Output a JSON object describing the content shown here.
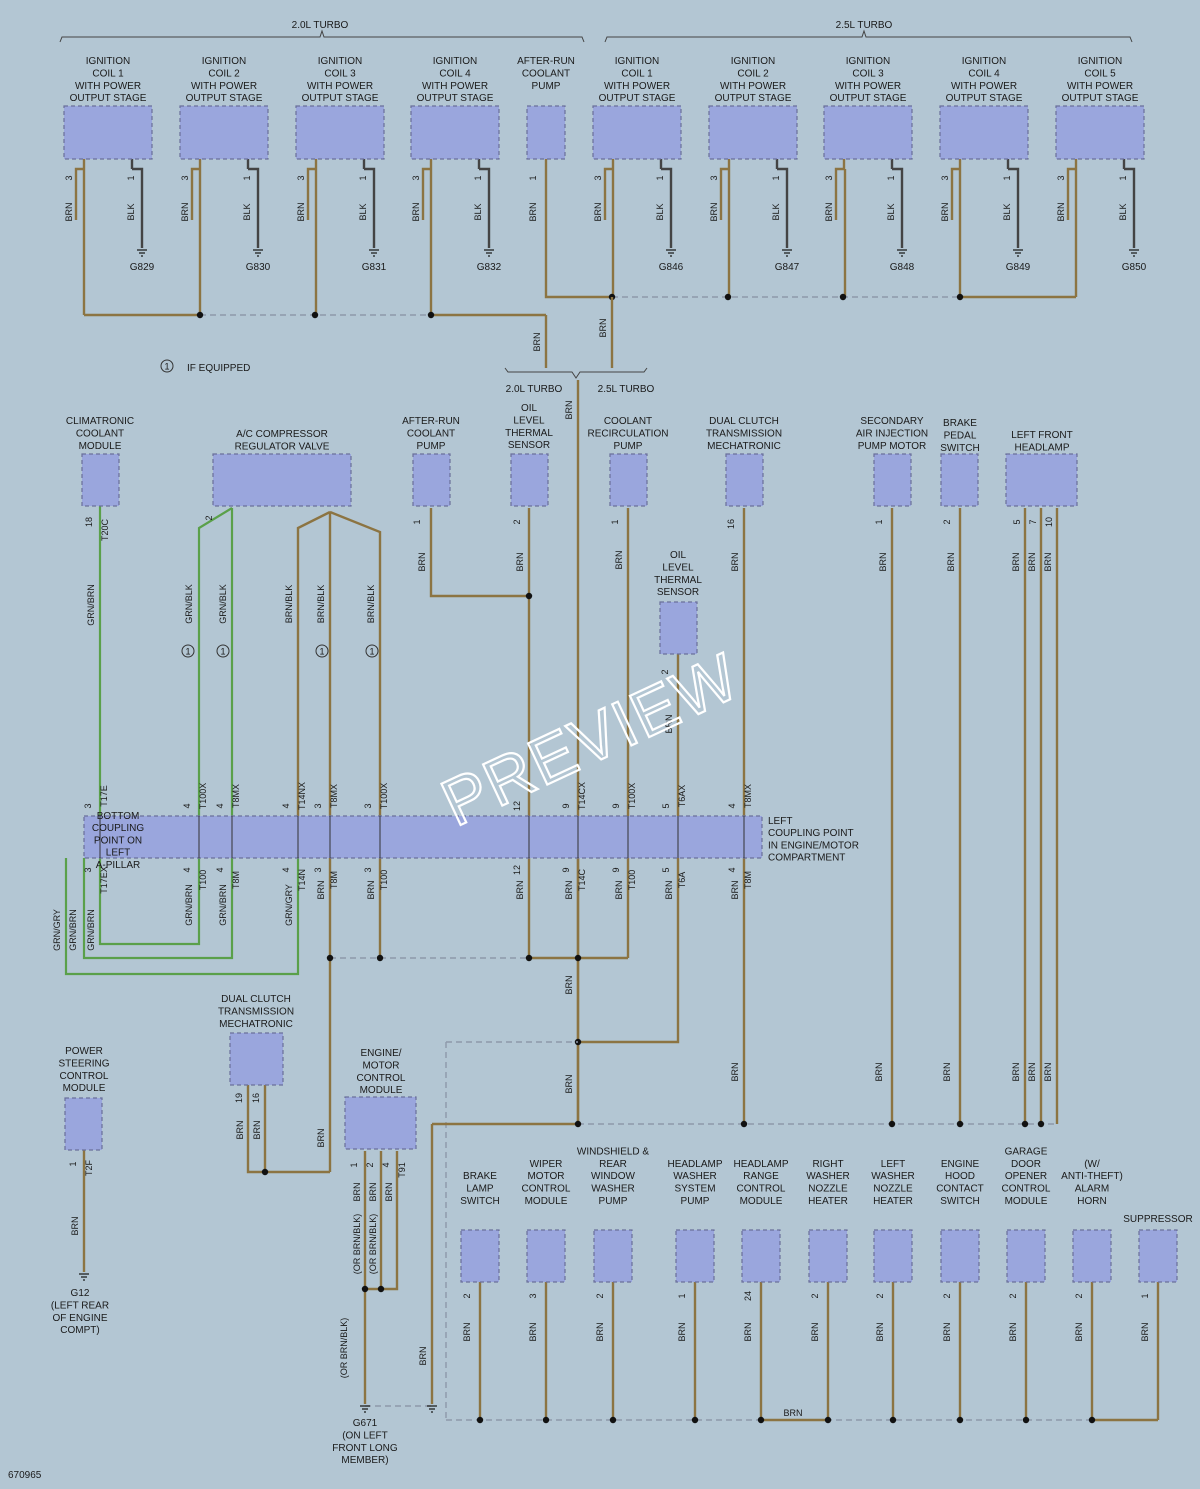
{
  "headers": {
    "turbo20": "2.0L TURBO",
    "turbo25": "2.5L TURBO",
    "split20": "2.0L TURBO",
    "split25": "2.5L TURBO"
  },
  "note": {
    "symbol": "1",
    "text": "IF EQUIPPED"
  },
  "top_components": [
    {
      "lines": [
        "IGNITION",
        "COIL 1",
        "WITH POWER",
        "OUTPUT STAGE"
      ],
      "pins": [
        "3",
        "1"
      ],
      "wires": [
        "BRN",
        "BLK"
      ],
      "ground": "G829"
    },
    {
      "lines": [
        "IGNITION",
        "COIL 2",
        "WITH POWER",
        "OUTPUT STAGE"
      ],
      "pins": [
        "3",
        "1"
      ],
      "wires": [
        "BRN",
        "BLK"
      ],
      "ground": "G830"
    },
    {
      "lines": [
        "IGNITION",
        "COIL 3",
        "WITH POWER",
        "OUTPUT STAGE"
      ],
      "pins": [
        "3",
        "1"
      ],
      "wires": [
        "BRN",
        "BLK"
      ],
      "ground": "G831"
    },
    {
      "lines": [
        "IGNITION",
        "COIL 4",
        "WITH POWER",
        "OUTPUT STAGE"
      ],
      "pins": [
        "3",
        "1"
      ],
      "wires": [
        "BRN",
        "BLK"
      ],
      "ground": "G832"
    },
    {
      "lines": [
        "AFTER-RUN",
        "COOLANT",
        "PUMP"
      ],
      "pins": [
        "1"
      ],
      "wires": [
        "BRN"
      ],
      "ground": ""
    },
    {
      "lines": [
        "IGNITION",
        "COIL 1",
        "WITH POWER",
        "OUTPUT STAGE"
      ],
      "pins": [
        "3",
        "1"
      ],
      "wires": [
        "BRN",
        "BLK"
      ],
      "ground": "G846"
    },
    {
      "lines": [
        "IGNITION",
        "COIL 2",
        "WITH POWER",
        "OUTPUT STAGE"
      ],
      "pins": [
        "3",
        "1"
      ],
      "wires": [
        "BRN",
        "BLK"
      ],
      "ground": "G847"
    },
    {
      "lines": [
        "IGNITION",
        "COIL 3",
        "WITH POWER",
        "OUTPUT STAGE"
      ],
      "pins": [
        "3",
        "1"
      ],
      "wires": [
        "BRN",
        "BLK"
      ],
      "ground": "G848"
    },
    {
      "lines": [
        "IGNITION",
        "COIL 4",
        "WITH POWER",
        "OUTPUT STAGE"
      ],
      "pins": [
        "3",
        "1"
      ],
      "wires": [
        "BRN",
        "BLK"
      ],
      "ground": "G849"
    },
    {
      "lines": [
        "IGNITION",
        "COIL 5",
        "WITH POWER",
        "OUTPUT STAGE"
      ],
      "pins": [
        "3",
        "1"
      ],
      "wires": [
        "BRN",
        "BLK"
      ],
      "ground": "G850"
    }
  ],
  "mid_components": [
    {
      "lines": [
        "CLIMATRONIC",
        "COOLANT",
        "MODULE"
      ],
      "pin": "18",
      "conn": "T20C"
    },
    {
      "lines": [
        "A/C COMPRESSOR",
        "REGULATOR VALVE"
      ],
      "pin": "2",
      "conn": ""
    },
    {
      "lines": [
        "AFTER-RUN",
        "COOLANT",
        "PUMP"
      ],
      "pin": "1",
      "conn": ""
    },
    {
      "lines": [
        "OIL",
        "LEVEL",
        "THERMAL",
        "SENSOR"
      ],
      "pin": "2",
      "conn": ""
    },
    {
      "lines": [
        "COOLANT",
        "RECIRCULATION",
        "PUMP"
      ],
      "pin": "1",
      "conn": ""
    },
    {
      "lines": [
        "DUAL CLUTCH",
        "TRANSMISSION",
        "MECHATRONIC"
      ],
      "pin": "16",
      "conn": ""
    },
    {
      "lines": [
        "OIL",
        "LEVEL",
        "THERMAL",
        "SENSOR"
      ],
      "pin": "2",
      "conn": ""
    },
    {
      "lines": [
        "SECONDARY",
        "AIR INJECTION",
        "PUMP MOTOR"
      ],
      "pin": "1",
      "conn": ""
    },
    {
      "lines": [
        "BRAKE",
        "PEDAL",
        "SWITCH"
      ],
      "pin": "2",
      "conn": ""
    },
    {
      "lines": [
        "LEFT FRONT",
        "HEADLAMP"
      ],
      "pins": [
        "5",
        "7",
        "10"
      ],
      "conn": ""
    }
  ],
  "mid_wires": {
    "climatronic": "GRN/BRN",
    "ac_grn1": "GRN/BLK",
    "ac_grn2": "GRN/BLK",
    "ac_brn1": "BRN/BLK",
    "ac_brn2": "BRN/BLK",
    "ac_brn3": "BRN/BLK",
    "brn": "BRN"
  },
  "couplings": {
    "bottom_lines": [
      "BOTTOM",
      "COUPLING",
      "POINT ON",
      "LEFT",
      "A-PILLAR"
    ],
    "left_lines": [
      "LEFT",
      "COUPLING POINT",
      "IN ENGINE/MOTOR",
      "COMPARTMENT"
    ],
    "top_pins": [
      {
        "pin": "3",
        "conn": "T17E"
      },
      {
        "pin": "4",
        "conn": "T100X"
      },
      {
        "pin": "4",
        "conn": "T8MX"
      },
      {
        "pin": "4",
        "conn": "T14NX"
      },
      {
        "pin": "3",
        "conn": "T8MX"
      },
      {
        "pin": "3",
        "conn": "T100X"
      },
      {
        "pin": "12",
        "conn": ""
      },
      {
        "pin": "9",
        "conn": "T14CX"
      },
      {
        "pin": "9",
        "conn": "T100X"
      },
      {
        "pin": "5",
        "conn": "T6AX"
      },
      {
        "pin": "4",
        "conn": "T8MX"
      }
    ],
    "bottom_pins": [
      {
        "pin": "3",
        "conn": "T17EX"
      },
      {
        "pin": "4",
        "conn": "T100"
      },
      {
        "pin": "4",
        "conn": "T8M"
      },
      {
        "pin": "4",
        "conn": "T14N"
      },
      {
        "pin": "3",
        "conn": "T8M"
      },
      {
        "pin": "3",
        "conn": "T100"
      },
      {
        "pin": "12",
        "conn": ""
      },
      {
        "pin": "9",
        "conn": "T14C"
      },
      {
        "pin": "9",
        "conn": "T100"
      },
      {
        "pin": "5",
        "conn": "T6A"
      },
      {
        "pin": "4",
        "conn": "T8M"
      }
    ],
    "below_wires": [
      "GRN/GRY",
      "GRN/BRN",
      "GRN/BRN",
      "GRN/BRN",
      "GRN/BRN",
      "GRN/GRY",
      "BRN",
      "BRN",
      "BRN",
      "BRN",
      "BRN",
      "BRN",
      "BRN"
    ]
  },
  "lower_left": {
    "power_steering": {
      "lines": [
        "POWER",
        "STEERING",
        "CONTROL",
        "MODULE"
      ],
      "pin": "1",
      "conn": "T2F",
      "wire": "BRN",
      "ground": [
        "G12",
        "(LEFT REAR",
        "OF ENGINE",
        "COMPT)"
      ]
    },
    "dual_clutch": {
      "lines": [
        "DUAL CLUTCH",
        "TRANSMISSION",
        "MECHATRONIC"
      ],
      "pins": [
        "19",
        "16"
      ],
      "wires": [
        "BRN",
        "BRN"
      ]
    },
    "ecm": {
      "lines": [
        "ENGINE/",
        "MOTOR",
        "CONTROL",
        "MODULE"
      ],
      "pins": [
        "1",
        "2",
        "4"
      ],
      "conn": "T91",
      "wires": [
        "BRN",
        "BRN",
        "BRN"
      ],
      "wire_alt": [
        "(OR BRN/BLK)",
        "(OR BRN/BLK)"
      ],
      "lower_wire": "(OR BRN/BLK)",
      "ground": [
        "G671",
        "(ON LEFT",
        "FRONT LONG",
        "MEMBER)"
      ],
      "ecm_wire": "BRN",
      "side_wire": "BRN"
    }
  },
  "bottom_components": [
    {
      "lines": [
        "BRAKE",
        "LAMP",
        "SWITCH"
      ],
      "pin": "2",
      "wire": "BRN"
    },
    {
      "lines": [
        "WIPER",
        "MOTOR",
        "CONTROL",
        "MODULE"
      ],
      "pin": "3",
      "wire": "BRN"
    },
    {
      "lines": [
        "WINDSHIELD &",
        "REAR",
        "WINDOW",
        "WASHER",
        "PUMP"
      ],
      "pin": "2",
      "wire": "BRN"
    },
    {
      "lines": [
        "HEADLAMP",
        "WASHER",
        "SYSTEM",
        "PUMP"
      ],
      "pin": "1",
      "wire": "BRN"
    },
    {
      "lines": [
        "HEADLAMP",
        "RANGE",
        "CONTROL",
        "MODULE"
      ],
      "pin": "24",
      "wire": "BRN"
    },
    {
      "lines": [
        "RIGHT",
        "WASHER",
        "NOZZLE",
        "HEATER"
      ],
      "pin": "2",
      "wire": "BRN"
    },
    {
      "lines": [
        "LEFT",
        "WASHER",
        "NOZZLE",
        "HEATER"
      ],
      "pin": "2",
      "wire": "BRN"
    },
    {
      "lines": [
        "ENGINE",
        "HOOD",
        "CONTACT",
        "SWITCH"
      ],
      "pin": "2",
      "wire": "BRN"
    },
    {
      "lines": [
        "GARAGE",
        "DOOR",
        "OPENER",
        "CONTROL",
        "MODULE"
      ],
      "pin": "2",
      "wire": "BRN"
    },
    {
      "lines": [
        "(W/",
        "ANTI-THEFT)",
        "ALARM",
        "HORN"
      ],
      "pin": "2",
      "wire": "BRN"
    },
    {
      "lines": [
        "SUPPRESSOR"
      ],
      "pin": "1",
      "wire": "BRN"
    }
  ],
  "bottom_bus_wire": "BRN",
  "trunk_wires": [
    "BRN",
    "BRN",
    "BRN",
    "BRN"
  ],
  "figure_id": "670965",
  "watermark": "PREVIEW"
}
